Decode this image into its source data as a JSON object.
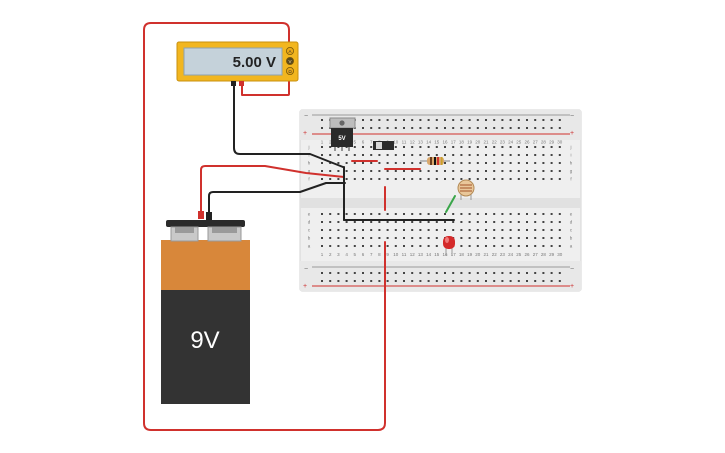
{
  "multimeter": {
    "reading": "5.00 V",
    "mode_labels": [
      "A",
      "V",
      "Ω"
    ]
  },
  "battery": {
    "label": "9V"
  },
  "regulator": {
    "label": "5V"
  },
  "breadboard": {
    "column_numbers": [
      "1",
      "2",
      "3",
      "4",
      "5",
      "6",
      "7",
      "8",
      "9",
      "10",
      "11",
      "12",
      "13",
      "14",
      "15",
      "16",
      "17",
      "18",
      "19",
      "20",
      "21",
      "22",
      "23",
      "24",
      "25",
      "26",
      "27",
      "28",
      "29",
      "30"
    ],
    "top_row_letters": [
      "j",
      "i",
      "h",
      "g",
      "f"
    ],
    "bottom_row_letters": [
      "e",
      "d",
      "c",
      "b",
      "a"
    ],
    "rail_minus": "−",
    "rail_plus": "+"
  },
  "colors": {
    "wire_red": "#d0312d",
    "wire_black": "#222222",
    "wire_green": "#3aa64a",
    "multimeter_body": "#f2b61f",
    "battery_top": "#d8873a",
    "battery_bottom": "#333333",
    "breadboard": "#eeeeee"
  }
}
